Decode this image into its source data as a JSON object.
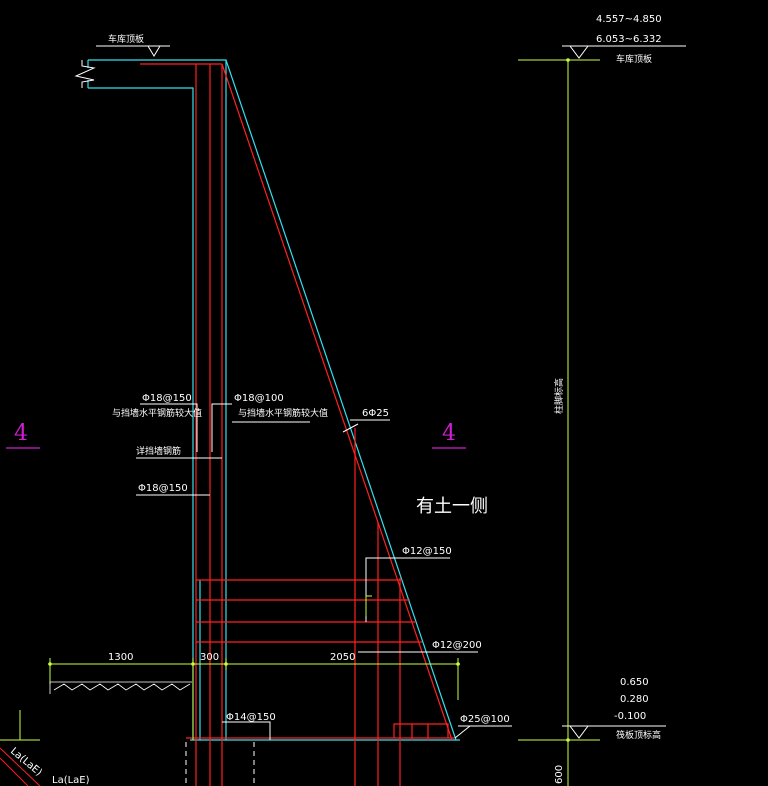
{
  "labels": {
    "top_left_ref": "车库顶板",
    "right_top_ref": "车库顶板",
    "elev_top_1": "4.557~4.850",
    "elev_top_2": "6.053~6.332",
    "elev_bot_1": "0.650",
    "elev_bot_2": "0.280",
    "elev_bot_3": "-0.100",
    "bottom_ref": "筏板顶标高",
    "vertical_dim": "柱脚标高",
    "section_left": "4",
    "section_right": "4",
    "soil_side": "有土一侧",
    "rebar_1": "Φ18@150",
    "rebar_1_note": "与挡墙水平钢筋较大值",
    "rebar_2": "Φ18@100",
    "rebar_2_note": "与挡墙水平钢筋较大值",
    "rebar_3": "详挡墙钢筋",
    "rebar_4": "Φ18@150",
    "rebar_5": "6Φ25",
    "rebar_6": "Φ12@150",
    "rebar_7": "Φ12@200",
    "rebar_8": "Φ14@150",
    "rebar_9": "Φ25@100",
    "dim_1": "1300",
    "dim_2": "300",
    "dim_3": "2050",
    "dim_4": "600",
    "anchor_1": "La(LaE)",
    "anchor_2": "La(LaE)"
  },
  "colors": {
    "background": "#000000",
    "concrete": "#33e0f0",
    "rebar": "#ff2020",
    "dimension": "#c8ff40",
    "text": "#ffffff",
    "section": "#d020d0"
  }
}
